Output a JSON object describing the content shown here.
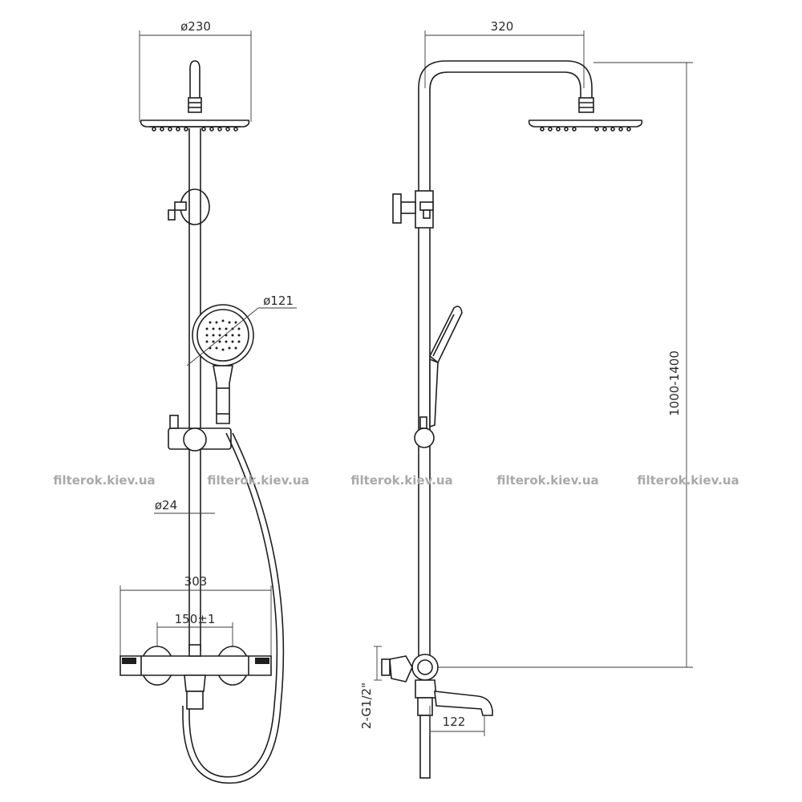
{
  "dimensions": {
    "head_diameter": "ø230",
    "arm_length": "320",
    "hand_shower_diameter": "ø121",
    "rail_diameter": "ø24",
    "mixer_width": "303",
    "inlet_spacing": "150±1",
    "height_range": "1000-1400",
    "inlet_thread": "2-G1/2\"",
    "spout_length": "122"
  },
  "watermarks": [
    "filterok.kiev.ua",
    "filterok.kiev.ua",
    "filterok.kiev.ua",
    "filterok.kiev.ua",
    "filterok.kiev.ua"
  ]
}
